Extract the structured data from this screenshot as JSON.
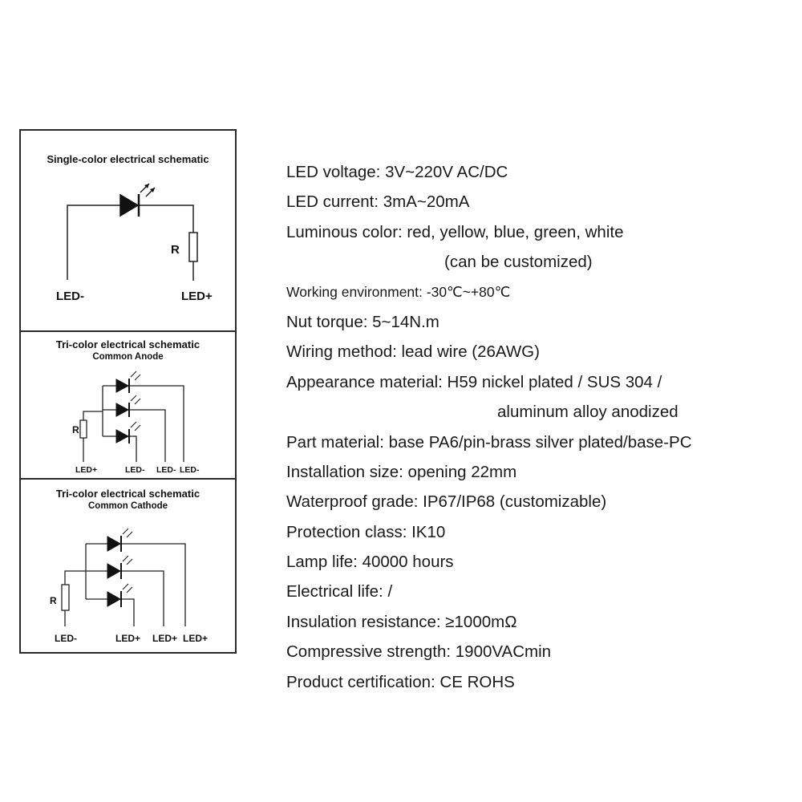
{
  "schematics": {
    "single": {
      "title": "Single-color electrical schematic",
      "r_label": "R",
      "led_minus": "LED-",
      "led_plus": "LED+"
    },
    "anode": {
      "title": "Tri-color electrical schematic",
      "subtitle": "Common Anode",
      "r_label": "R",
      "labels": [
        "LED+",
        "LED-",
        "LED-",
        "LED-"
      ]
    },
    "cathode": {
      "title": "Tri-color electrical schematic",
      "subtitle": "Common Cathode",
      "r_label": "R",
      "labels": [
        "LED-",
        "LED+",
        "LED+",
        "LED+"
      ]
    }
  },
  "specs": [
    "LED voltage: 3V~220V AC/DC",
    "LED current: 3mA~20mA",
    "Luminous color: red, yellow, blue, green, white",
    "(can be customized)",
    "Working environment: -30℃~+80℃",
    "Nut torque: 5~14N.m",
    "Wiring method: lead wire (26AWG)",
    "Appearance material: H59 nickel plated / SUS 304 /",
    "aluminum alloy anodized",
    "Part material: base PA6/pin-brass silver plated/base-PC",
    "Installation size: opening 22mm",
    "Waterproof grade: IP67/IP68 (customizable)",
    "Protection class: IK10",
    "Lamp life: 40000 hours",
    "Electrical life: /",
    "Insulation resistance: ≥1000mΩ",
    "Compressive strength: 1900VACmin",
    "Product certification: CE ROHS"
  ]
}
